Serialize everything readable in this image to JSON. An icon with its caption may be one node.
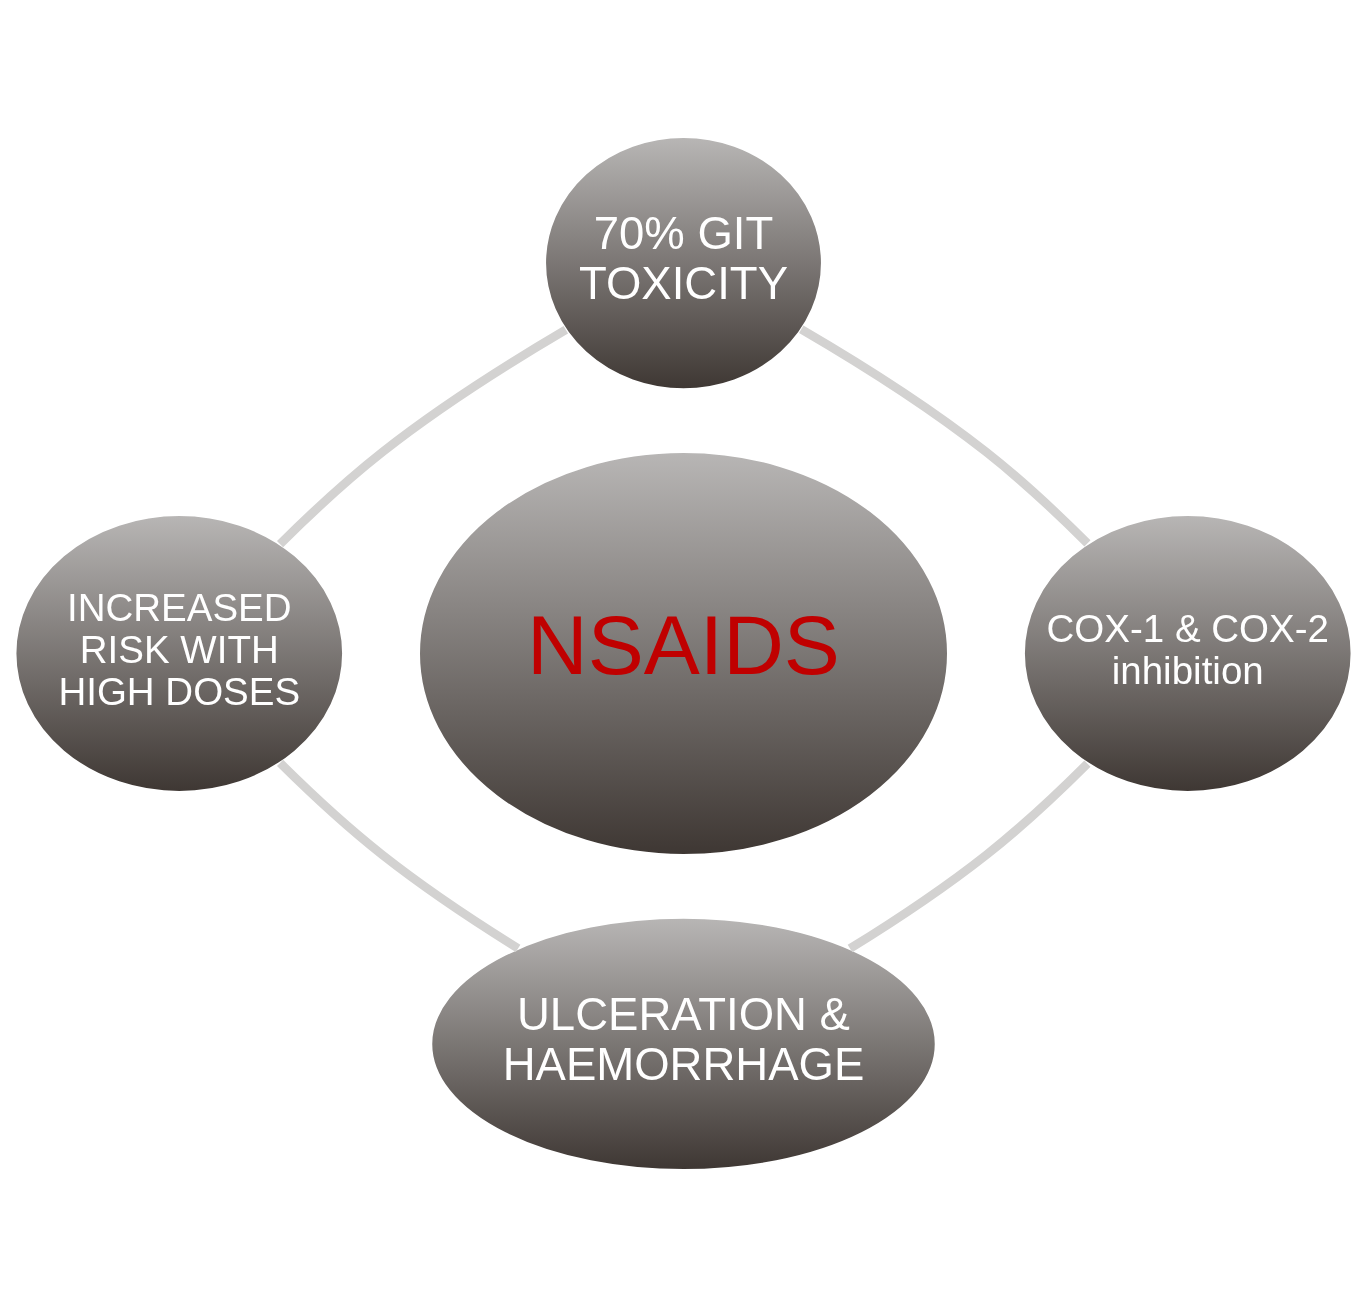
{
  "diagram": {
    "nodes": [
      {
        "text": [
          "70% GIT TOXICITY"
        ]
      },
      {
        "text": [
          "INCREASED RISK WITH HIGH DOSES"
        ]
      },
      {
        "text": [
          "NSAIDS"
        ]
      },
      {
        "text": [
          "COX-1 & COX-2 inhibition"
        ]
      },
      {
        "text": [
          "ULCERATION & HAEMORRHAGE"
        ]
      }
    ],
    "edges": [
      {
        "from": 0,
        "to": 3,
        "arrow": "none"
      },
      {
        "from": 3,
        "to": 4,
        "arrow": "none"
      },
      {
        "from": 4,
        "to": 1,
        "arrow": "none"
      },
      {
        "from": 1,
        "to": 0,
        "arrow": "none"
      }
    ]
  }
}
